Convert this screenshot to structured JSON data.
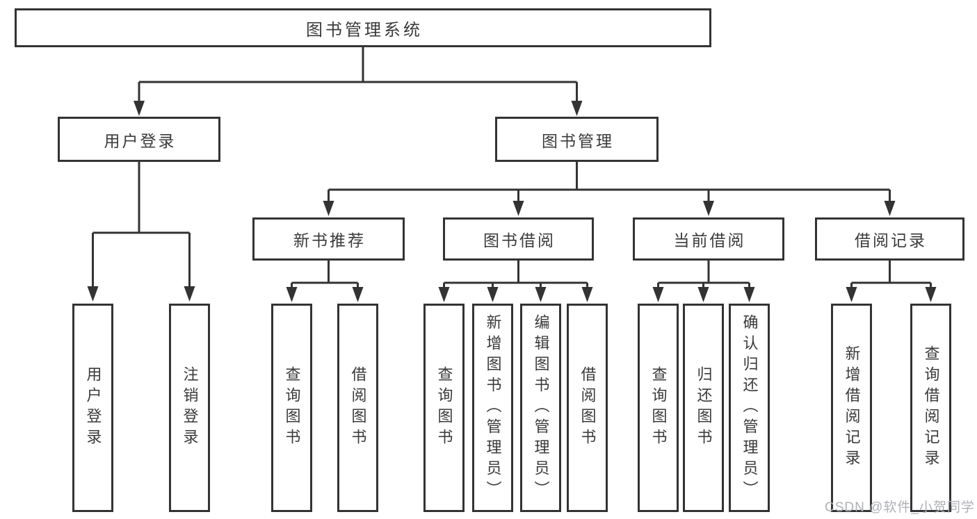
{
  "tree": {
    "label": "图书管理系统",
    "children": [
      {
        "label": "用户登录",
        "children": [
          {
            "label": "用户登录"
          },
          {
            "label": "注销登录"
          }
        ]
      },
      {
        "label": "图书管理",
        "children": [
          {
            "label": "新书推荐",
            "children": [
              {
                "label": "查询图书"
              },
              {
                "label": "借阅图书"
              }
            ]
          },
          {
            "label": "图书借阅",
            "children": [
              {
                "label": "查询图书"
              },
              {
                "label": "新增图书（管理员）"
              },
              {
                "label": "编辑图书（管理员）"
              },
              {
                "label": "借阅图书"
              }
            ]
          },
          {
            "label": "当前借阅",
            "children": [
              {
                "label": "查询图书"
              },
              {
                "label": "归还图书"
              },
              {
                "label": "确认归还（管理员）"
              }
            ]
          },
          {
            "label": "借阅记录",
            "children": [
              {
                "label": "新增借阅记录"
              },
              {
                "label": "查询借阅记录"
              }
            ]
          }
        ]
      }
    ]
  },
  "watermark": {
    "text": "CSDN @软件_小贺同学"
  },
  "colors": {
    "line": "#333333",
    "box_background": "#ffffff",
    "text": "#3a3a3a",
    "watermark": "#adb0b6"
  }
}
